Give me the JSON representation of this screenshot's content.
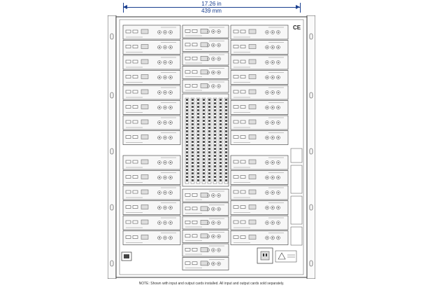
{
  "dimension": {
    "inches": "17.26 in",
    "mm": "439 mm"
  },
  "note": "NOTE: Shown with input and output cards installed. All input and output cards sold separately.",
  "marks": {
    "ce": "CE"
  },
  "colors": {
    "dimension": "#1a3f8f",
    "line": "#333333",
    "panel": "#f4f4f4"
  }
}
